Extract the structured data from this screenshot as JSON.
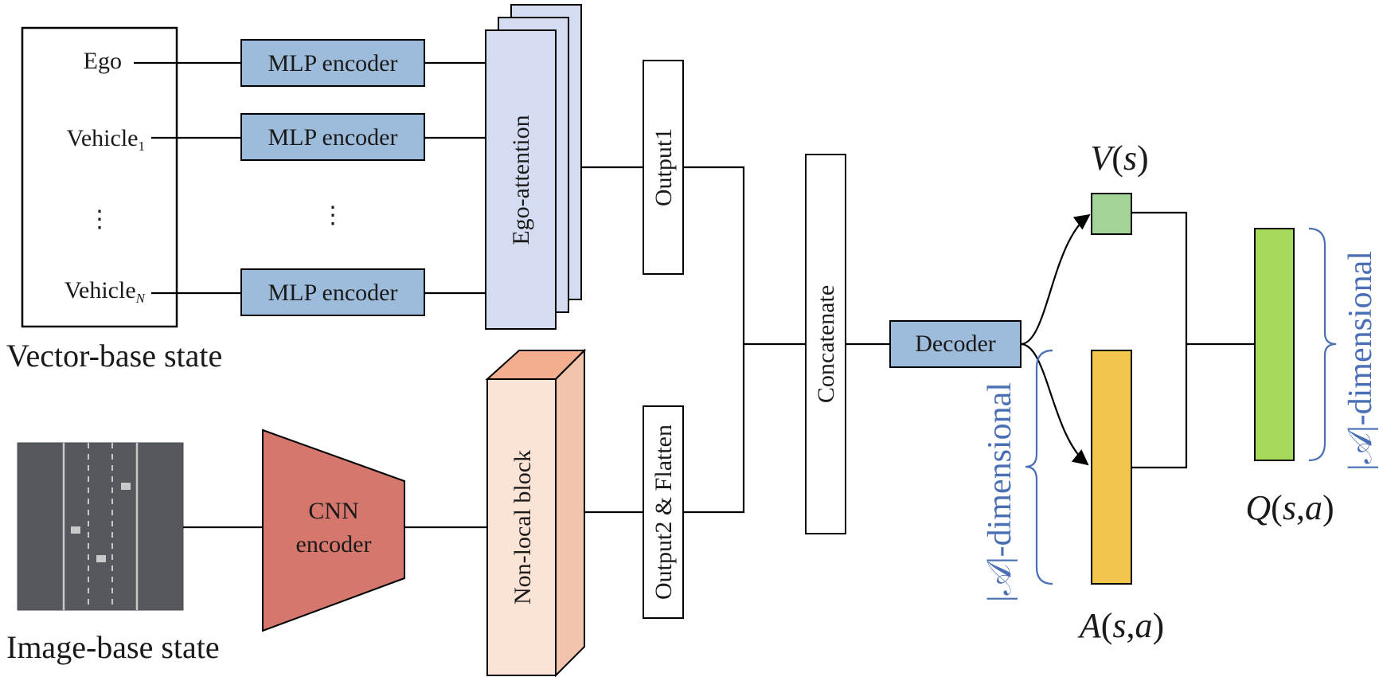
{
  "inputs": {
    "vector_state_title": "Vector-base state",
    "image_state_title": "Image-base state",
    "ego_label": "Ego",
    "vehicle1_base": "Vehicle",
    "vehicle1_sub": "1",
    "vehicleN_base": "Vehicle",
    "vehicleN_sub": "N",
    "left_ellipsis": "⋮"
  },
  "encoders": {
    "mlp_labels": [
      "MLP encoder",
      "MLP encoder",
      "MLP encoder"
    ],
    "mlp_ellipsis": "⋮",
    "cnn_line1": "CNN",
    "cnn_line2": "encoder"
  },
  "blocks": {
    "ego_attention": "Ego-attention",
    "non_local": "Non-local block",
    "output1": "Output1",
    "output2": "Output2 & Flatten",
    "concatenate": "Concatenate",
    "decoder": "Decoder"
  },
  "heads": {
    "value_label": "V(s)",
    "advantage_label": "A(s,a)",
    "q_label": "Q(s,a)",
    "dim_label_left": "|𝒜|-dimensional",
    "dim_label_right": "|𝒜|-dimensional"
  },
  "colors": {
    "mlp_fill": "#9dbcdb",
    "attention_fill": "#d3dcf0",
    "cnn_fill": "#d5776d",
    "nonlocal_front": "#fbe3d6",
    "nonlocal_top": "#f2ae8e",
    "value_fill": "#a3d397",
    "advantage_fill": "#f2c54c",
    "q_fill": "#a6d95e",
    "dim_text": "#4a6fb5"
  }
}
